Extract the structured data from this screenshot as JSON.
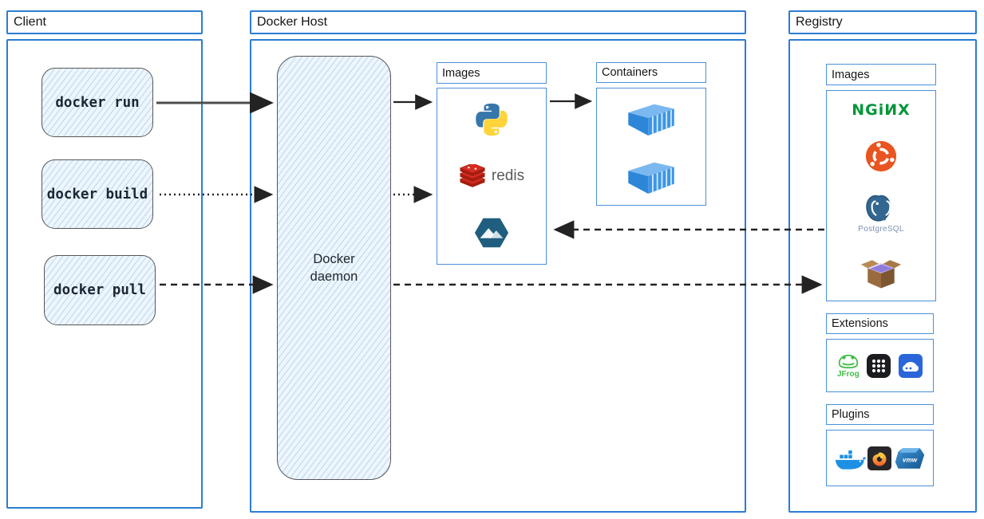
{
  "client": {
    "title": "Client",
    "commands": [
      {
        "label": "docker run"
      },
      {
        "label": "docker build"
      },
      {
        "label": "docker pull"
      }
    ]
  },
  "docker_host": {
    "title": "Docker Host",
    "daemon_label": "Docker daemon",
    "images_label": "Images",
    "containers_label": "Containers",
    "images": [
      {
        "icon": "python-icon"
      },
      {
        "icon": "redis-icon",
        "label": "redis"
      },
      {
        "icon": "alpine-icon"
      }
    ],
    "containers": [
      {
        "icon": "container-icon"
      },
      {
        "icon": "container-icon"
      }
    ]
  },
  "registry": {
    "title": "Registry",
    "images_label": "Images",
    "images": [
      {
        "icon": "nginx-icon",
        "label": "NGiИX"
      },
      {
        "icon": "ubuntu-icon"
      },
      {
        "icon": "postgresql-icon",
        "label": "PostgreSQL"
      },
      {
        "icon": "busybox-icon"
      }
    ],
    "extensions_label": "Extensions",
    "extensions": [
      {
        "icon": "jfrog-icon",
        "label": "JFrog"
      },
      {
        "icon": "app-grid-icon"
      },
      {
        "icon": "disk-drive-icon"
      }
    ],
    "plugins_label": "Plugins",
    "plugins": [
      {
        "icon": "docker-whale-icon"
      },
      {
        "icon": "grafana-icon"
      },
      {
        "icon": "vmware-icon",
        "label": "vmw"
      }
    ]
  },
  "edges": [
    {
      "from": "docker-run",
      "to": "docker-daemon",
      "style": "solid"
    },
    {
      "from": "docker-daemon",
      "to": "host-images",
      "style": "solid"
    },
    {
      "from": "host-images",
      "to": "containers",
      "style": "solid"
    },
    {
      "from": "docker-build",
      "to": "docker-daemon",
      "style": "dotted"
    },
    {
      "from": "docker-daemon",
      "to": "host-images",
      "style": "dotted"
    },
    {
      "from": "registry-images",
      "to": "host-images",
      "style": "dashed"
    },
    {
      "from": "docker-pull",
      "to": "docker-daemon",
      "style": "dashed"
    },
    {
      "from": "docker-daemon",
      "to": "registry-images",
      "style": "dashed"
    }
  ],
  "colors": {
    "box_border": "#2b7cd3",
    "inner_border": "#4a90d9",
    "sketch_fill": "#eef6fd",
    "arrow": "#2b2b2b",
    "nginx_green": "#009639",
    "ubuntu_orange": "#e95420",
    "redis_red": "#d82c20",
    "python_blue": "#3776ab",
    "python_yellow": "#ffd43b",
    "alpine_blue": "#1f5e7e",
    "container_blue": "#2e86d8",
    "postgres_blue": "#336791",
    "jfrog_green": "#40be46",
    "docker_blue": "#1d90e4"
  }
}
